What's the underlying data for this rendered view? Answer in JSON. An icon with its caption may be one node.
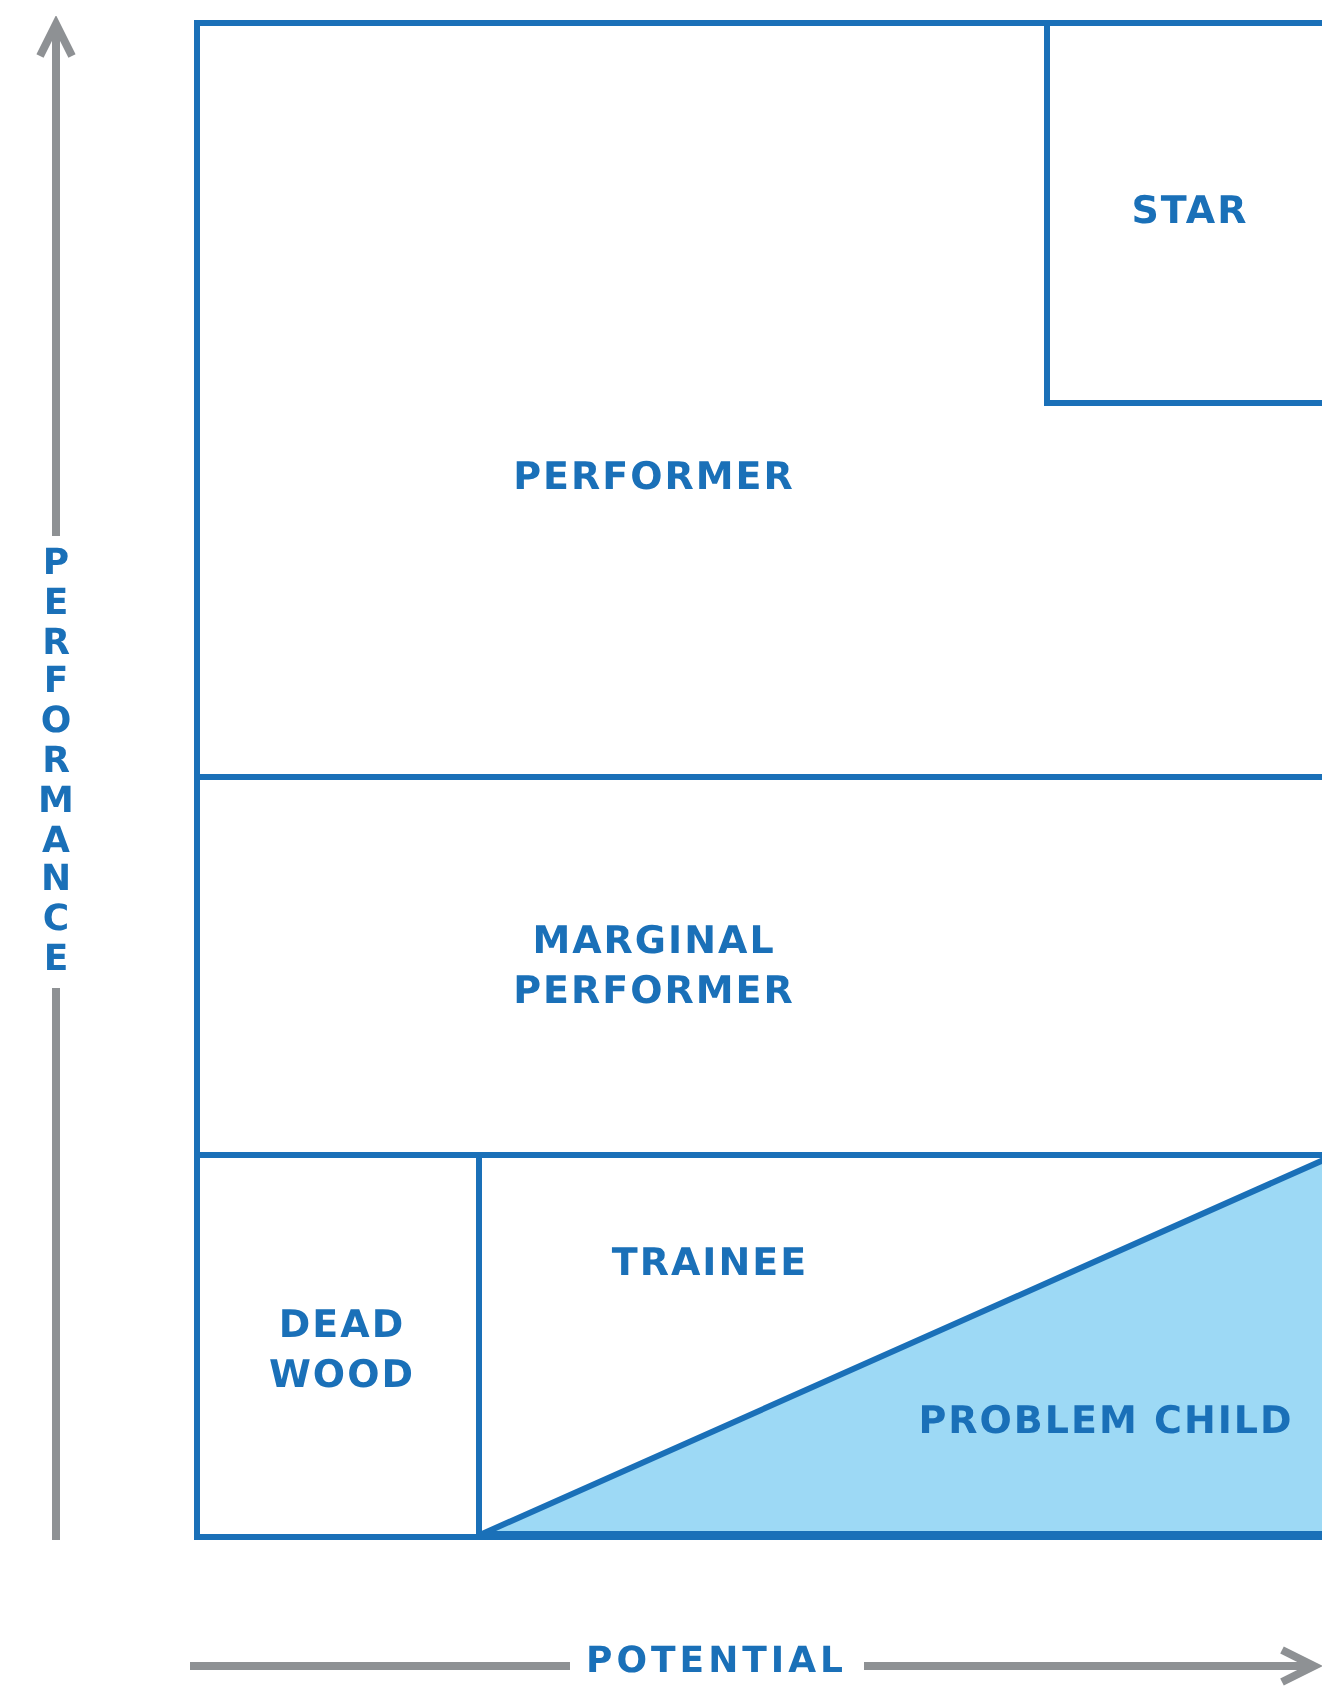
{
  "diagram": {
    "nodes": [
      {
        "text": [
          "PERFORMER"
        ]
      },
      {
        "text": [
          "STAR"
        ],
        "in": 0
      },
      {
        "text": [
          "MARGINAL PERFORMER"
        ]
      },
      {
        "text": [
          "DEAD WOOD"
        ]
      },
      {
        "text": [
          "TRAINEE"
        ]
      },
      {
        "text": [
          "PROBLEM CHILD"
        ],
        "in": 4
      }
    ],
    "labels": [
      "PERFORMANCE",
      "POTENTIAL"
    ]
  }
}
